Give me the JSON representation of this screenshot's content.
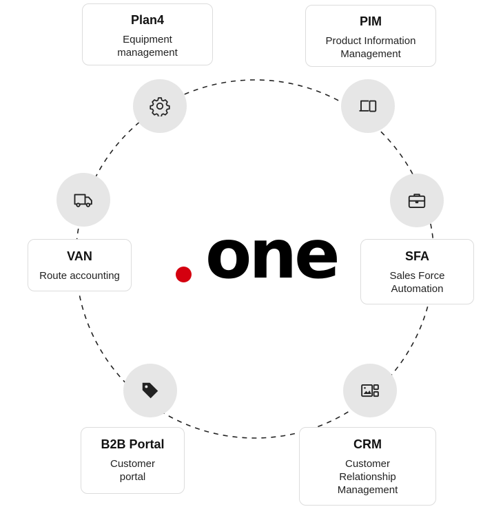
{
  "colors": {
    "brand_red": "#d4000f",
    "icon_bg": "#e6e6e6",
    "ring": "#222222"
  },
  "logo": {
    "text": "one"
  },
  "modules": {
    "plan4": {
      "title": "Plan4",
      "description": "Equipment\nmanagement",
      "icon": "gear-icon"
    },
    "pim": {
      "title": "PIM",
      "description": "Product Information\nManagement",
      "icon": "devices-icon"
    },
    "sfa": {
      "title": "SFA",
      "description": "Sales Force\nAutomation",
      "icon": "briefcase-icon"
    },
    "crm": {
      "title": "CRM",
      "description": "Customer\nRelationship\nManagement",
      "icon": "dashboard-icon"
    },
    "b2b": {
      "title": "B2B Portal",
      "description": "Customer\nportal",
      "icon": "tag-icon"
    },
    "van": {
      "title": "VAN",
      "description": "Route accounting",
      "icon": "truck-icon"
    }
  }
}
